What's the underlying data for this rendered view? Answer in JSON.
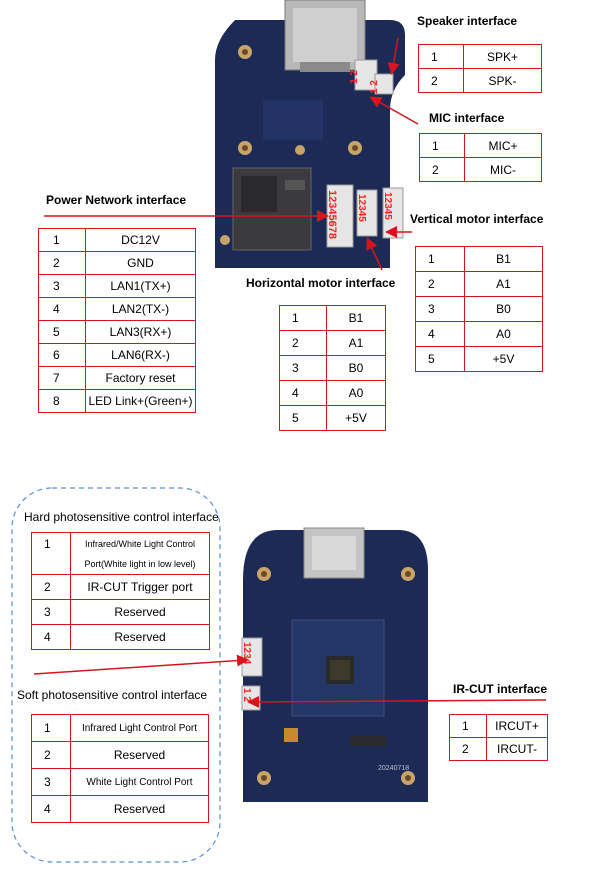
{
  "top": {
    "speaker": {
      "title": "Speaker interface",
      "rows": [
        {
          "n": "1",
          "v": "SPK+"
        },
        {
          "n": "2",
          "v": "SPK-"
        }
      ]
    },
    "mic": {
      "title": "MIC interface",
      "rows": [
        {
          "n": "1",
          "v": "MIC+"
        },
        {
          "n": "2",
          "v": "MIC-"
        }
      ]
    },
    "power": {
      "title": "Power Network interface",
      "rows": [
        {
          "n": "1",
          "v": "DC12V"
        },
        {
          "n": "2",
          "v": "GND"
        },
        {
          "n": "3",
          "v": "LAN1(TX+)"
        },
        {
          "n": "4",
          "v": "LAN2(TX-)"
        },
        {
          "n": "5",
          "v": "LAN3(RX+)"
        },
        {
          "n": "6",
          "v": "LAN6(RX-)"
        },
        {
          "n": "7",
          "v": "Factory reset"
        },
        {
          "n": "8",
          "v": "LED Link+(Green+)"
        }
      ]
    },
    "vertical": {
      "title": "Vertical motor interface",
      "rows": [
        {
          "n": "1",
          "v": "B1"
        },
        {
          "n": "2",
          "v": "A1"
        },
        {
          "n": "3",
          "v": "B0"
        },
        {
          "n": "4",
          "v": "A0"
        },
        {
          "n": "5",
          "v": "+5V"
        }
      ]
    },
    "horizontal": {
      "title": "Horizontal motor interface",
      "rows": [
        {
          "n": "1",
          "v": "B1"
        },
        {
          "n": "2",
          "v": "A1"
        },
        {
          "n": "3",
          "v": "B0"
        },
        {
          "n": "4",
          "v": "A0"
        },
        {
          "n": "5",
          "v": "+5V"
        }
      ]
    },
    "board_labels": {
      "spk_connector": "1 2",
      "mic_connector": "1 2",
      "power_connector": "12345678",
      "hmotor_connector": "12345",
      "vmotor_connector": "12345"
    }
  },
  "bottom": {
    "hard": {
      "title": "Hard photosensitive control interface",
      "rows": [
        {
          "n": "1",
          "v1": "Infrared/White Light Control",
          "v2": "Port(White light in low level)"
        },
        {
          "n": "2",
          "v": "IR-CUT Trigger port"
        },
        {
          "n": "3",
          "v": "Reserved"
        },
        {
          "n": "4",
          "v": "Reserved"
        }
      ]
    },
    "soft": {
      "title": "Soft photosensitive control interface",
      "rows": [
        {
          "n": "1",
          "v": "Infrared Light Control Port"
        },
        {
          "n": "2",
          "v": "Reserved"
        },
        {
          "n": "3",
          "v": "White Light Control Port"
        },
        {
          "n": "4",
          "v": "Reserved"
        }
      ]
    },
    "ircut": {
      "title": "IR-CUT interface",
      "rows": [
        {
          "n": "1",
          "v": "IRCUT+"
        },
        {
          "n": "2",
          "v": "IRCUT-"
        }
      ]
    },
    "board_labels": {
      "photo_connector": "1234",
      "ircut_connector": "1 2",
      "date_stamp": "20240718"
    }
  },
  "colors": {
    "accent_red": "#d8141c",
    "pcb_blue": "#1c2a55",
    "dashed_blue": "#5b8fd6"
  }
}
